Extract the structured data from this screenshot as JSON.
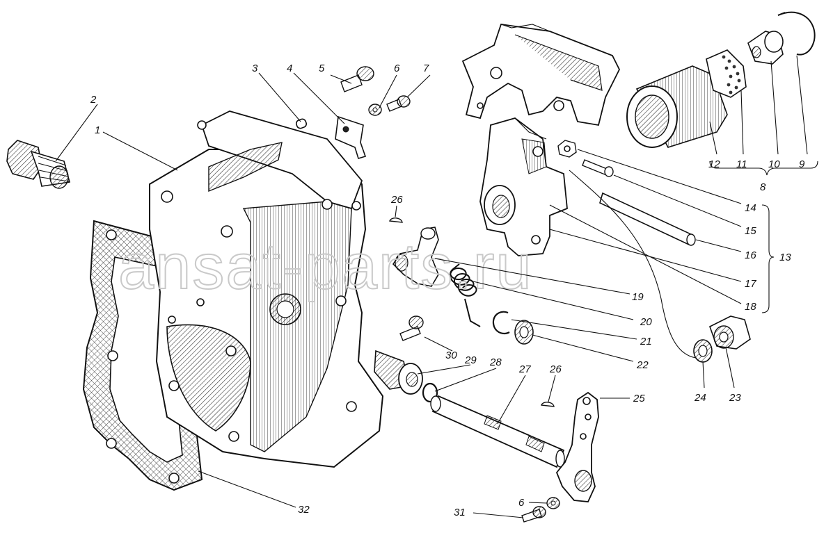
{
  "watermark": "ansat-parts.ru",
  "labels": [
    {
      "id": "1",
      "text": "1"
    },
    {
      "id": "2",
      "text": "2"
    },
    {
      "id": "3",
      "text": "3"
    },
    {
      "id": "4",
      "text": "4"
    },
    {
      "id": "5",
      "text": "5"
    },
    {
      "id": "6",
      "text": "6"
    },
    {
      "id": "7",
      "text": "7"
    },
    {
      "id": "8",
      "text": "8"
    },
    {
      "id": "9",
      "text": "9"
    },
    {
      "id": "10",
      "text": "10"
    },
    {
      "id": "11",
      "text": "11"
    },
    {
      "id": "12",
      "text": "12"
    },
    {
      "id": "13",
      "text": "13"
    },
    {
      "id": "14",
      "text": "14"
    },
    {
      "id": "15",
      "text": "15"
    },
    {
      "id": "16",
      "text": "16"
    },
    {
      "id": "17",
      "text": "17"
    },
    {
      "id": "18",
      "text": "18"
    },
    {
      "id": "19",
      "text": "19"
    },
    {
      "id": "20",
      "text": "20"
    },
    {
      "id": "21",
      "text": "21"
    },
    {
      "id": "22",
      "text": "22"
    },
    {
      "id": "23",
      "text": "23"
    },
    {
      "id": "24",
      "text": "24"
    },
    {
      "id": "25",
      "text": "25"
    },
    {
      "id": "26a",
      "text": "26"
    },
    {
      "id": "26b",
      "text": "26"
    },
    {
      "id": "27",
      "text": "27"
    },
    {
      "id": "28",
      "text": "28"
    },
    {
      "id": "29",
      "text": "29"
    },
    {
      "id": "30",
      "text": "30"
    },
    {
      "id": "31",
      "text": "31"
    },
    {
      "id": "32",
      "text": "32"
    },
    {
      "id": "6b",
      "text": "6"
    }
  ]
}
